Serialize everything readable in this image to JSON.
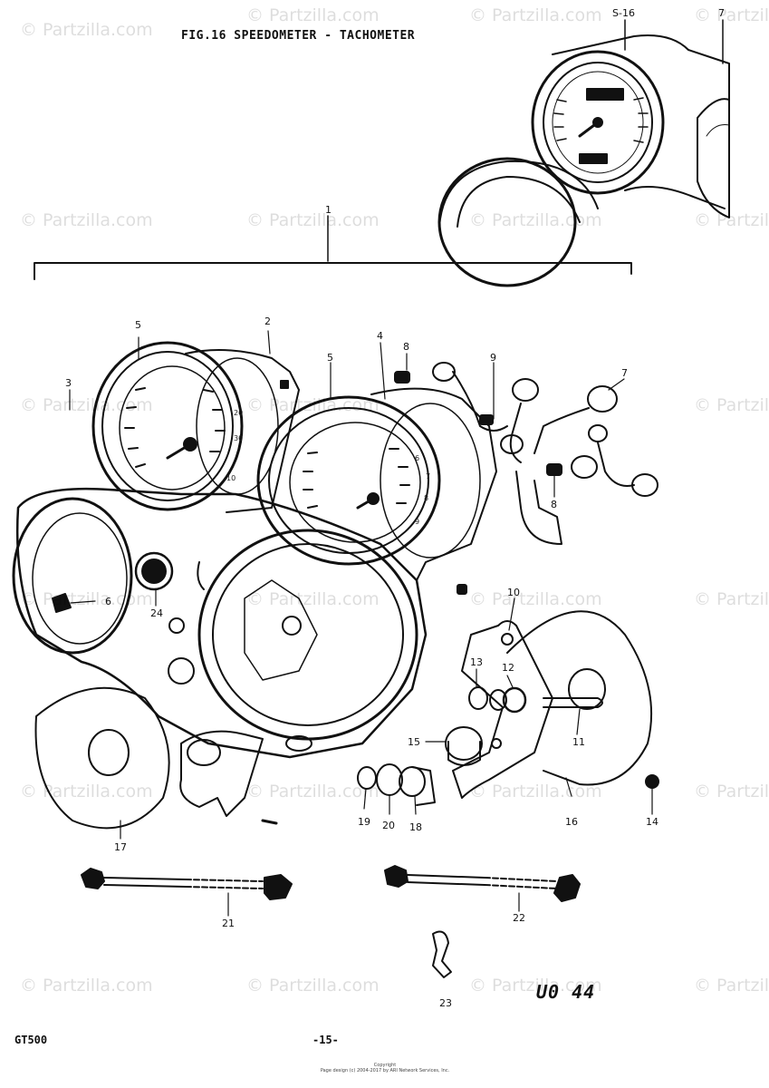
{
  "title": "FIG.16  SPEEDOMETER - TACHOMETER",
  "model": "GT500",
  "page_number": "-15-",
  "diagram_code": "U0  44",
  "copyright_line1": "Copyright",
  "copyright_line2": "Page design (c) 2004-2017 by ARI Network Services, Inc.",
  "watermark_text": "© Partzilla.com",
  "inset_labels": {
    "ref_a": "S-16",
    "ref_b": "7"
  },
  "part_labels": {
    "p1": "1",
    "p2": "2",
    "p3": "3",
    "p4": "4",
    "p5a": "5",
    "p5b": "5",
    "p6": "6",
    "p7": "7",
    "p8a": "8",
    "p8b": "8",
    "p9": "9",
    "p10": "10",
    "p11": "11",
    "p12": "12",
    "p13": "13",
    "p14": "14",
    "p15": "15",
    "p16": "16",
    "p17": "17",
    "p18": "18",
    "p19": "19",
    "p20": "20",
    "p21": "21",
    "p22": "22",
    "p23": "23",
    "p24": "24"
  },
  "colors": {
    "ink": "#111111",
    "paper": "#ffffff",
    "watermark": "#000000"
  }
}
